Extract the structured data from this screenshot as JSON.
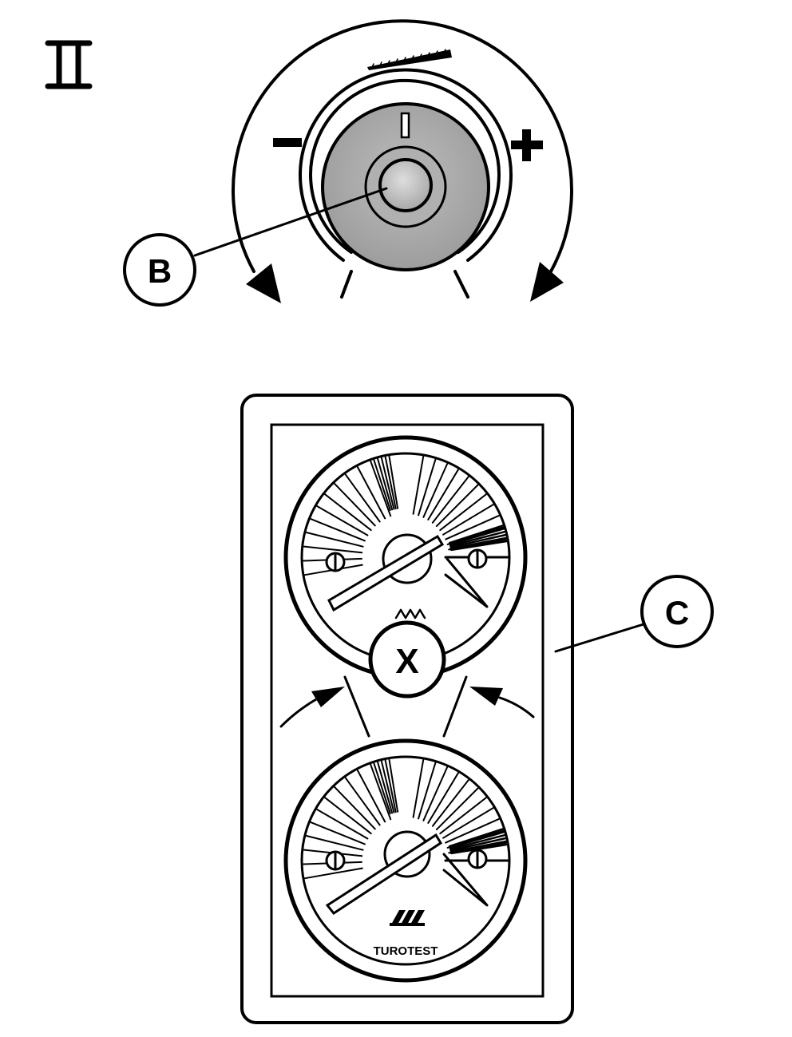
{
  "figure": {
    "step_numeral": "II",
    "adjuster": {
      "minus_symbol": "−",
      "plus_symbol": "+",
      "callout_label": "B"
    },
    "panel": {
      "callout_label": "C",
      "gauge_callout_label": "X",
      "lower_gauge_brand": "TUROTEST"
    }
  },
  "colors": {
    "ink": "#000000",
    "paper": "#ffffff",
    "knob_fill": "#a9a9a9",
    "knob_center": "#c8c8c8"
  }
}
